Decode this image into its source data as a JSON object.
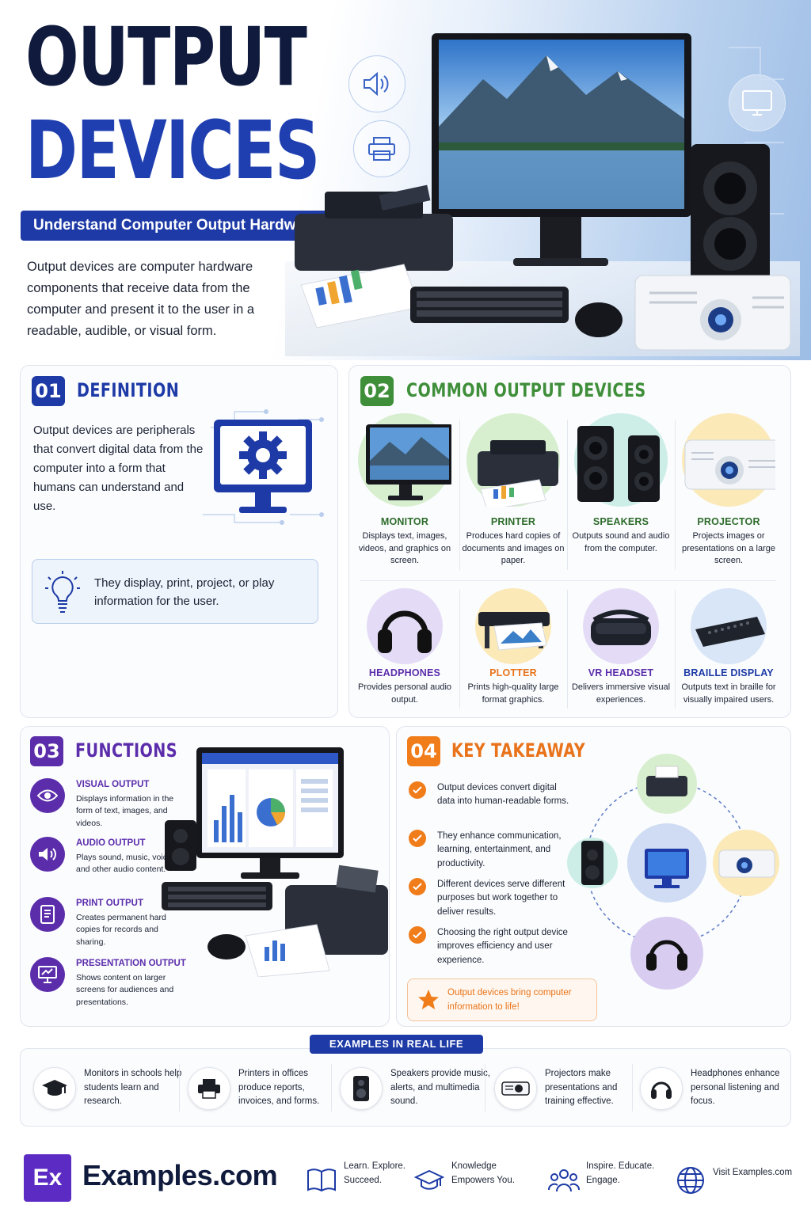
{
  "hero": {
    "title_line1": "OUTPUT",
    "title_line2": "DEVICES",
    "subtitle": "Understand Computer Output Hardware",
    "intro": "Output devices are computer hardware components that receive data from the computer and present it to the user in a readable, audible, or visual form."
  },
  "definition": {
    "number": "01",
    "title": "DEFINITION",
    "text": "Output devices are peripherals that convert digital data from the computer into a form that humans can understand and use.",
    "tip": "They display, print, project, or play information for the user."
  },
  "common": {
    "number": "02",
    "title": "COMMON OUTPUT DEVICES",
    "devices": [
      {
        "name": "MONITOR",
        "desc": "Displays text, images, videos, and graphics on screen."
      },
      {
        "name": "PRINTER",
        "desc": "Produces hard copies of documents and images on paper."
      },
      {
        "name": "SPEAKERS",
        "desc": "Outputs sound and audio from the computer."
      },
      {
        "name": "PROJECTOR",
        "desc": "Projects images or presentations on a large screen."
      },
      {
        "name": "HEADPHONES",
        "desc": "Provides personal audio output."
      },
      {
        "name": "PLOTTER",
        "desc": "Prints high-quality large format graphics."
      },
      {
        "name": "VR HEADSET",
        "desc": "Delivers immersive visual experiences."
      },
      {
        "name": "BRAILLE DISPLAY",
        "desc": "Outputs text in braille for visually impaired users."
      }
    ]
  },
  "functions": {
    "number": "03",
    "title": "FUNCTIONS",
    "items": [
      {
        "title": "VISUAL OUTPUT",
        "desc": "Displays information in the form of text, images, and videos."
      },
      {
        "title": "AUDIO OUTPUT",
        "desc": "Plays sound, music, voice, and other audio content."
      },
      {
        "title": "PRINT OUTPUT",
        "desc": "Creates permanent hard copies for records and sharing."
      },
      {
        "title": "PRESENTATION OUTPUT",
        "desc": "Shows content on larger screens for audiences and presentations."
      }
    ]
  },
  "takeaway": {
    "number": "04",
    "title": "KEY TAKEAWAY",
    "points": [
      "Output devices convert digital data into human-readable forms.",
      "They enhance communication, learning, entertainment, and productivity.",
      "Different devices serve different purposes but work together to deliver results.",
      "Choosing the right output device improves efficiency and user experience."
    ],
    "note": "Output devices bring computer information to life!"
  },
  "examples": {
    "label": "EXAMPLES IN REAL LIFE",
    "items": [
      {
        "icon": "graduation-cap-icon",
        "text": "Monitors in schools help students learn and research."
      },
      {
        "icon": "printer-icon",
        "text": "Printers in offices produce reports, invoices, and forms."
      },
      {
        "icon": "speaker-icon",
        "text": "Speakers provide music, alerts, and multimedia sound."
      },
      {
        "icon": "projector-icon",
        "text": "Projectors make presentations and training effective."
      },
      {
        "icon": "headphones-icon",
        "text": "Headphones enhance personal listening and focus."
      }
    ]
  },
  "footer": {
    "logo": "Ex",
    "brand": "Examples.com",
    "items": [
      {
        "icon": "book-icon",
        "text": "Learn. Explore. Succeed."
      },
      {
        "icon": "graduation-cap-icon",
        "text": "Knowledge Empowers You."
      },
      {
        "icon": "people-icon",
        "text": "Inspire. Educate. Engage."
      },
      {
        "icon": "globe-icon",
        "text": "Visit Examples.com"
      }
    ]
  },
  "colors": {
    "navy": "#0f1a3d",
    "blue": "#1d3aa6",
    "green": "#3f8f3a",
    "purple": "#5b2dab",
    "orange": "#f07c1a"
  }
}
